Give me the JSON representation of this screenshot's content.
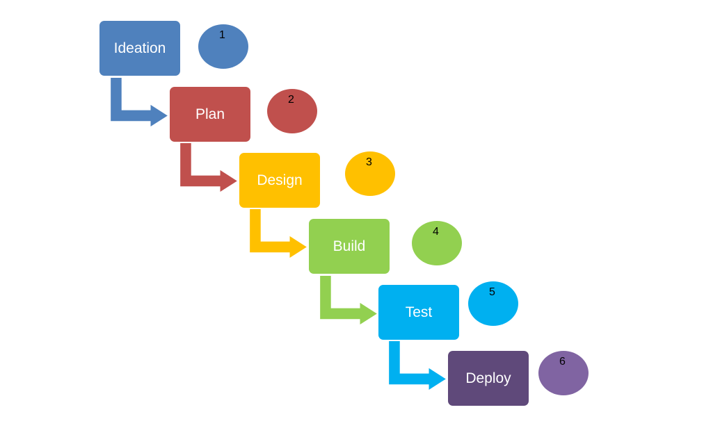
{
  "steps": [
    {
      "label": "Ideation",
      "number": "1",
      "color": "#4f81bd"
    },
    {
      "label": "Plan",
      "number": "2",
      "color": "#c0504d"
    },
    {
      "label": "Design",
      "number": "3",
      "color": "#ffc000"
    },
    {
      "label": "Build",
      "number": "4",
      "color": "#92d050"
    },
    {
      "label": "Test",
      "number": "5",
      "color": "#00b0f0"
    },
    {
      "label": "Deploy",
      "number": "6",
      "color": "#5f497a"
    }
  ],
  "number_colors": [
    "#4f81bd",
    "#c0504d",
    "#ffc000",
    "#92d050",
    "#00b0f0",
    "#8064a2"
  ]
}
